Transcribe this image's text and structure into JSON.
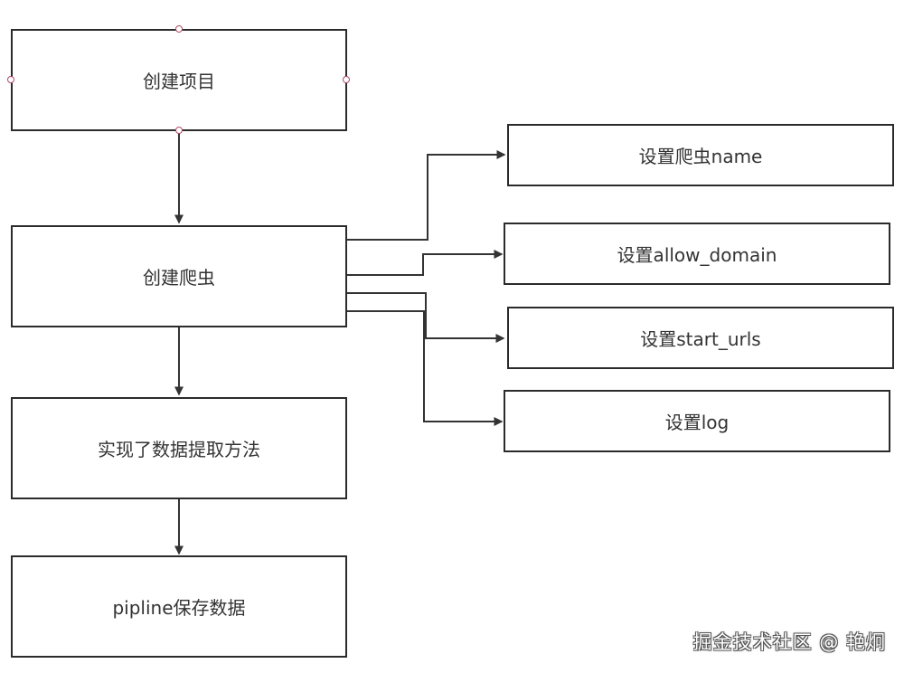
{
  "nodes": {
    "create_project": "创建项目",
    "create_spider": "创建爬虫",
    "implement_extract": "实现了数据提取方法",
    "pipeline_save": "pipline保存数据",
    "set_spider_name": "设置爬虫name",
    "set_allow_domain": "设置allow_domain",
    "set_start_urls": "设置start_urls",
    "set_log": "设置log"
  },
  "watermark": "掘金技术社区 @ 艳炯",
  "colors": {
    "line": "#333333",
    "box_border": "#2b2b2b",
    "text": "#333333",
    "connector": "#b04a66",
    "background": "#ffffff"
  }
}
